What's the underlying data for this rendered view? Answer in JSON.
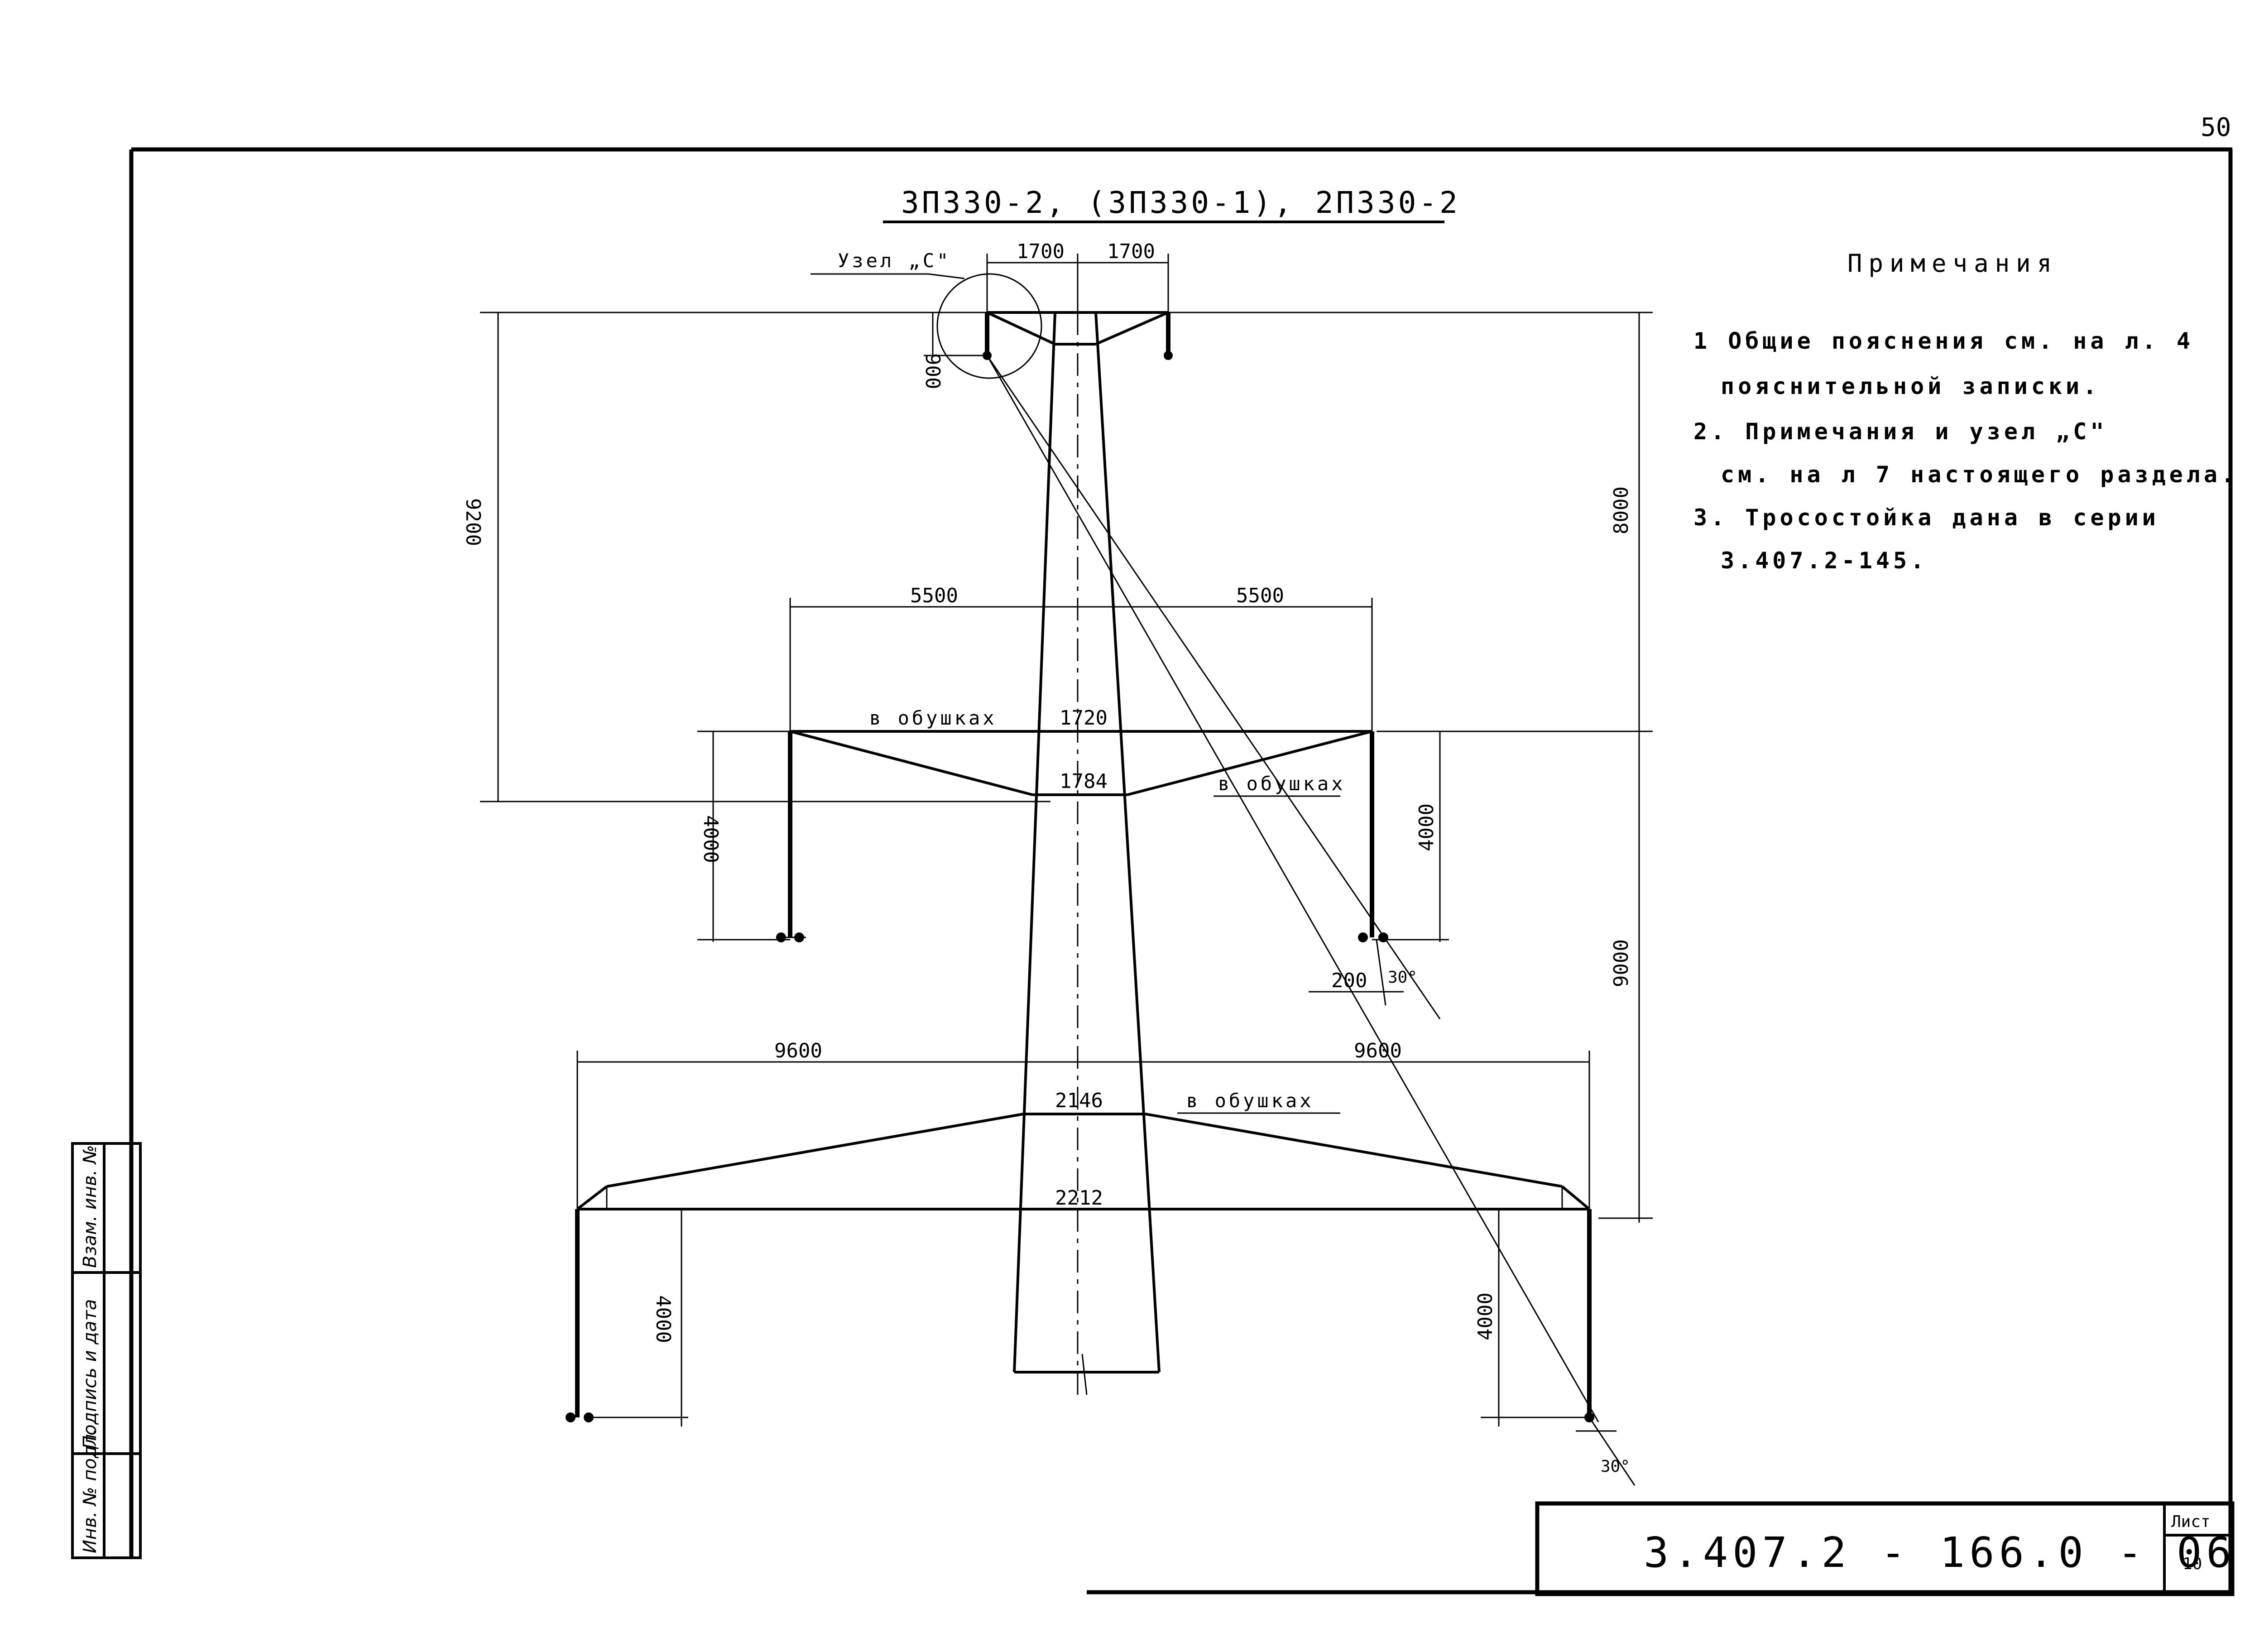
{
  "page_number": "50",
  "title": "3П330-2, (3П330-1), 2П330-2",
  "node_label": "Узел „С\"",
  "dimensions": {
    "top_left_arm": "1700",
    "top_right_arm": "1700",
    "node_height": "900",
    "left_total_height": "9200",
    "right_upper_height": "8000",
    "right_lower_height": "9000",
    "middle_left_arm": "5500",
    "middle_right_arm": "5500",
    "middle_left_drop": "4000",
    "middle_right_drop": "4000",
    "middle_offset": "200",
    "lower_left_arm": "9600",
    "lower_right_arm": "9600",
    "lower_left_drop": "4000",
    "lower_right_drop": "4000",
    "angle_middle": "30°",
    "angle_lower": "30°"
  },
  "traverse_labels": {
    "mid_top_note": "в обушках",
    "mid_top_width": "1720",
    "mid_bottom_width": "1784",
    "mid_bottom_note": "в обушках",
    "low_top_width": "2146",
    "low_top_note": "в обушках",
    "low_bottom_width": "2212"
  },
  "notes": {
    "heading": "Примечания",
    "items": [
      "1 Общие пояснения см. на л. 4",
      "пояснительной записки.",
      "2. Примечания и узел „С\"",
      "см. на л 7 настоящего раздела.",
      "3. Тросостойка дана в серии",
      "3.407.2-145."
    ]
  },
  "stamp": {
    "code": "3.407.2 - 166.0 - 06",
    "sheet_label": "Лист",
    "sheet_number": "10"
  },
  "side_strip": {
    "cells": [
      "Инв. № подл.",
      "Подпись и дата",
      "Взам. инв. №"
    ]
  }
}
